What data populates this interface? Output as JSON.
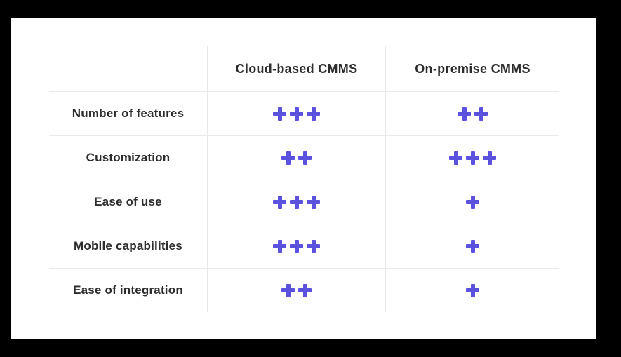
{
  "frame": {
    "background_color": "#000000",
    "card_color": "#ffffff",
    "grid_line_color": "#e9e9e9",
    "text_color": "#2d2d2d",
    "plus_color": "#5a52dc"
  },
  "table": {
    "rating_symbol": "plus",
    "columns": [
      {
        "label": ""
      },
      {
        "label": "Cloud-based CMMS"
      },
      {
        "label": "On-premise CMMS"
      }
    ],
    "rows": [
      {
        "label": "Number of features",
        "cloud_rating": 3,
        "onprem_rating": 2,
        "cloud_text": "+++",
        "onprem_text": "++"
      },
      {
        "label": "Customization",
        "cloud_rating": 2,
        "onprem_rating": 3,
        "cloud_text": "++",
        "onprem_text": "+++"
      },
      {
        "label": "Ease of use",
        "cloud_rating": 3,
        "onprem_rating": 1,
        "cloud_text": "+++",
        "onprem_text": "+"
      },
      {
        "label": "Mobile capabilities",
        "cloud_rating": 3,
        "onprem_rating": 1,
        "cloud_text": "+++",
        "onprem_text": "+"
      },
      {
        "label": "Ease of integration",
        "cloud_rating": 2,
        "onprem_rating": 1,
        "cloud_text": "++",
        "onprem_text": "+"
      }
    ]
  }
}
